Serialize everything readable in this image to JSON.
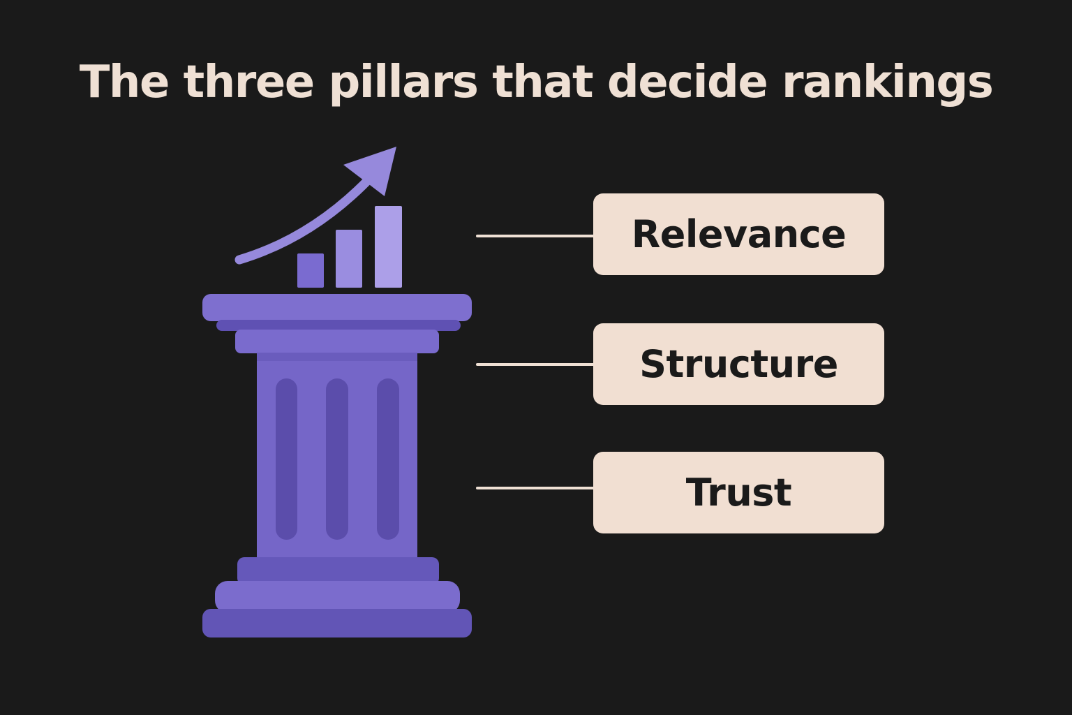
{
  "title": "The three pillars that decide rankings",
  "pillars": [
    {
      "label": "Relevance"
    },
    {
      "label": "Structure"
    },
    {
      "label": "Trust"
    }
  ],
  "colors": {
    "background": "#1a1a1a",
    "title_text": "#efe0d4",
    "label_fill": "#f1dfd2",
    "label_text": "#1a1a1a",
    "column_light": "#7e6fcf",
    "column_mid": "#6d5fc0",
    "column_dark": "#5a4ca9",
    "arrow": "#9689dc"
  }
}
